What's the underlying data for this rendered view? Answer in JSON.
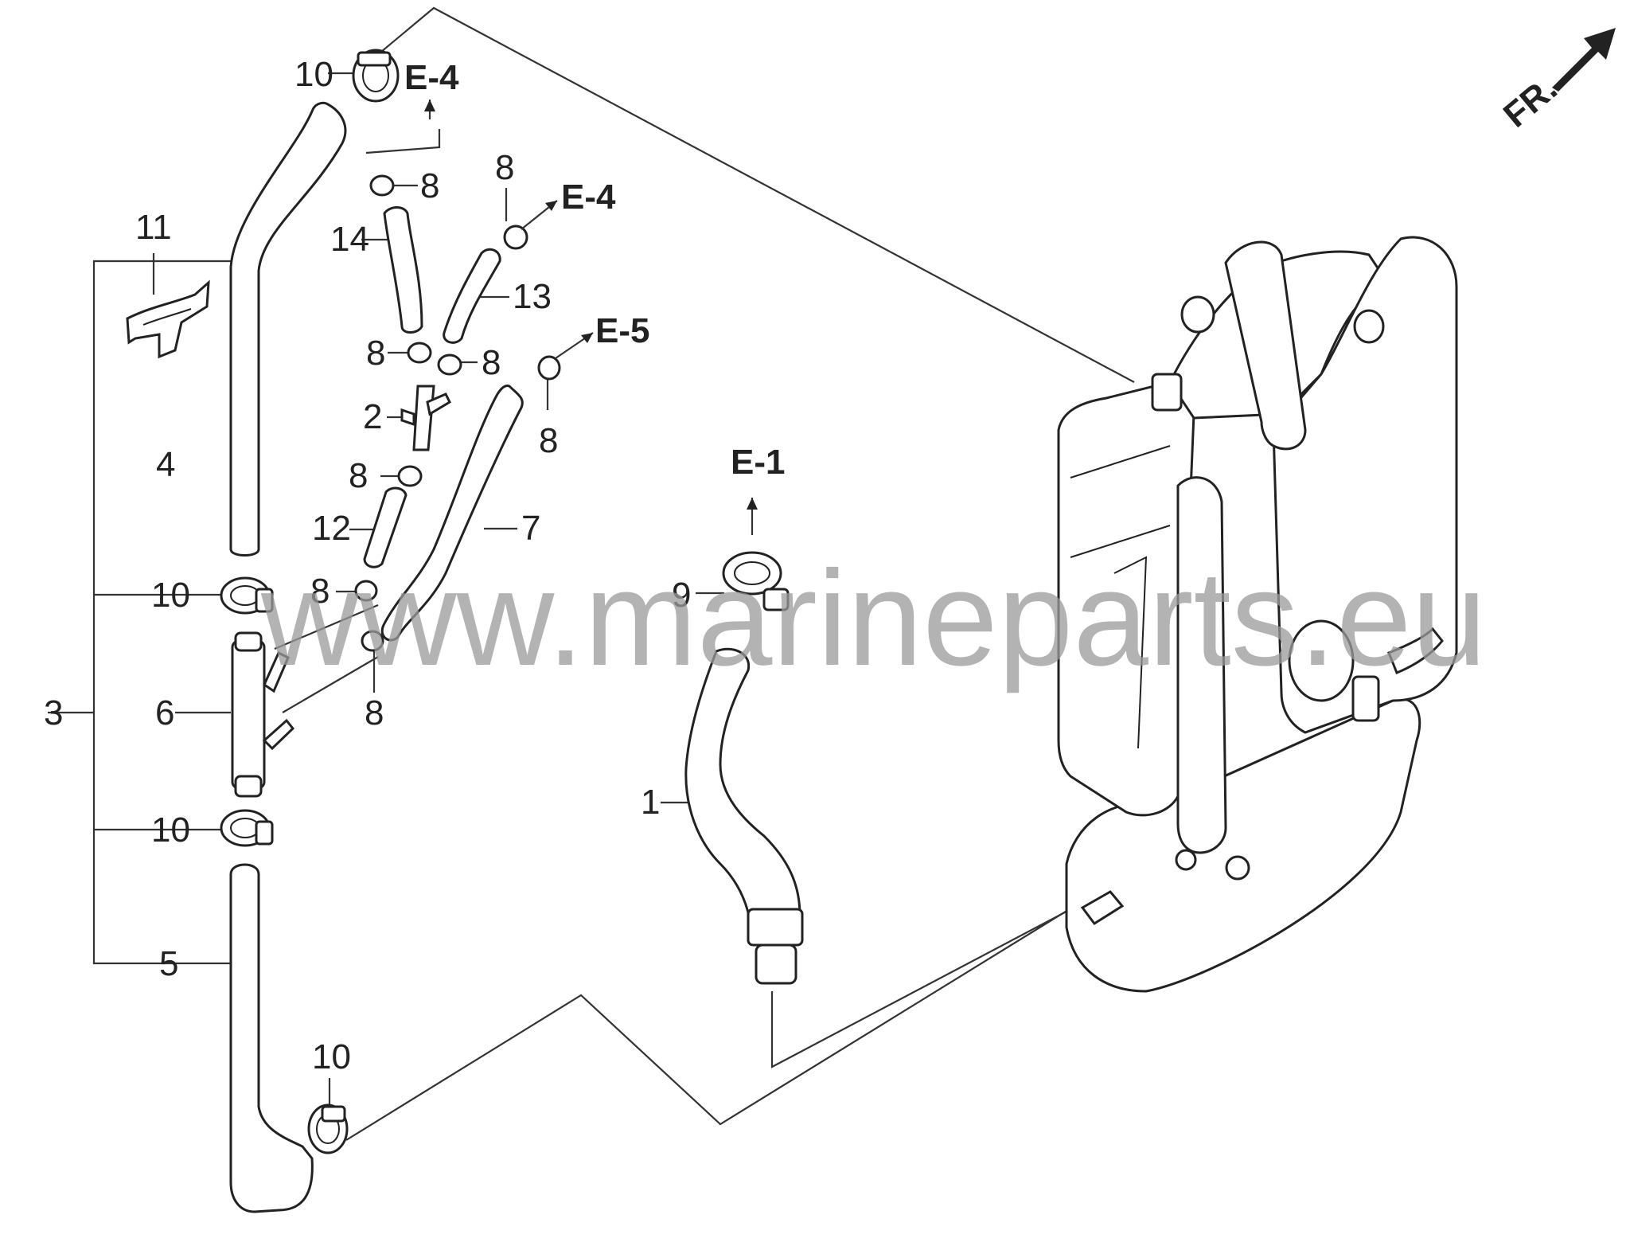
{
  "callouts": {
    "n1": "1",
    "n2": "2",
    "n3": "3",
    "n4": "4",
    "n5": "5",
    "n6": "6",
    "n7": "7",
    "n8": "8",
    "n9": "9",
    "n10": "10",
    "n11": "11",
    "n12": "12",
    "n13": "13",
    "n14": "14"
  },
  "refs": {
    "e1": "E-1",
    "e4": "E-4",
    "e5": "E-5"
  },
  "orientation": {
    "front_label": "FR."
  },
  "watermark": {
    "text": "www.marineparts.eu"
  },
  "colors": {
    "line": "#222222",
    "watermark": "#9a9a9a",
    "background": "#ffffff"
  }
}
